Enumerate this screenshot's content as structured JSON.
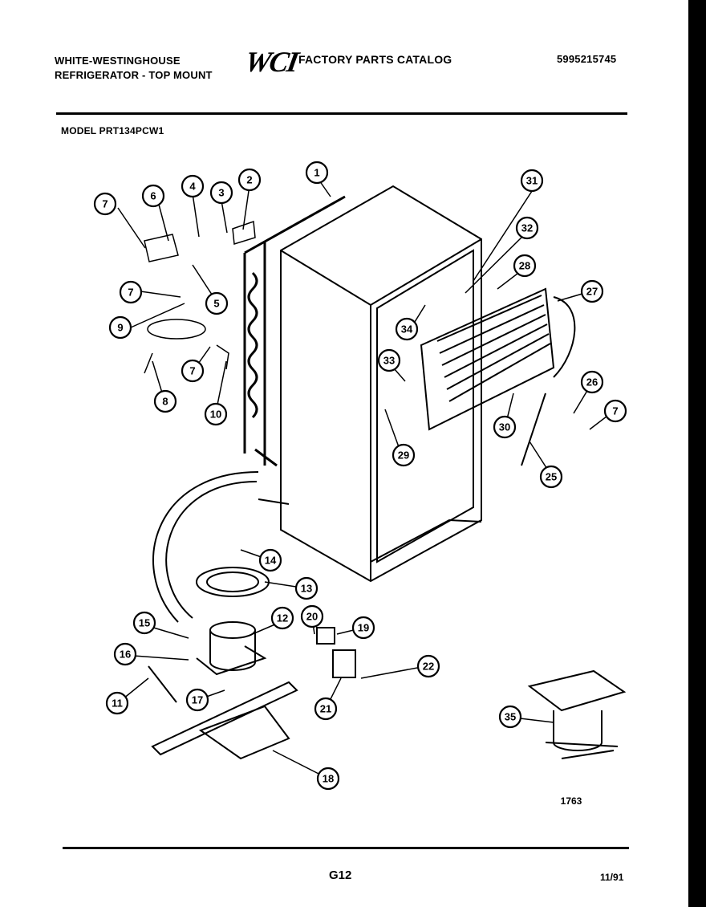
{
  "header": {
    "brand_line1": "WHITE-WESTINGHOUSE",
    "brand_line2": "REFRIGERATOR - TOP MOUNT",
    "logo_text": "WCI",
    "catalog_title": "FACTORY PARTS CATALOG",
    "catalog_number": "5995215745",
    "model_label": "MODEL PRT134PCW1"
  },
  "diagram": {
    "callouts": [
      "1",
      "2",
      "3",
      "4",
      "5",
      "6",
      "7",
      "8",
      "9",
      "10",
      "11",
      "12",
      "13",
      "14",
      "15",
      "16",
      "17",
      "18",
      "19",
      "20",
      "21",
      "22",
      "25",
      "26",
      "27",
      "28",
      "29",
      "30",
      "31",
      "32",
      "33",
      "34",
      "35"
    ],
    "figure_number": "1763"
  },
  "footer": {
    "page_code": "G12",
    "date": "11/91"
  }
}
